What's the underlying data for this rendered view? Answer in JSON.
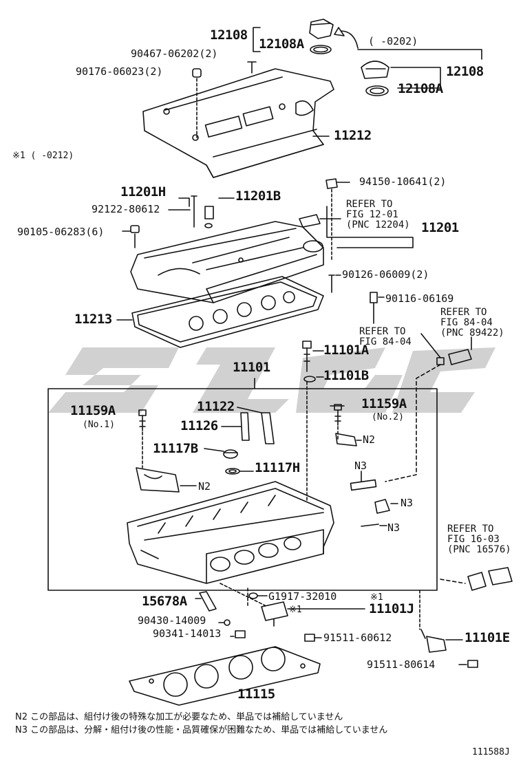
{
  "watermark": "SGC",
  "parts": {
    "p12108_top": "12108",
    "p12108A_top": "12108A",
    "p90467": "90467-06202(2)",
    "p90176": "90176-06023(2)",
    "range_0202": "(      -0202)",
    "p12108_r": "12108",
    "p12108A_r": "12108A",
    "p11212": "11212",
    "note_0212": "※1 (      -0212)",
    "p94150": "94150-10641(2)",
    "p11201H": "11201H",
    "p11201B": "11201B",
    "p92122": "92122-80612",
    "p90105": "90105-06283(6)",
    "p11201": "11201",
    "p90126": "90126-06009(2)",
    "p90116": "90116-06169",
    "p11213": "11213",
    "p11101A": "11101A",
    "p11101B": "11101B",
    "p11101": "11101",
    "p11159A_1": "11159A",
    "no1": "(No.1)",
    "p11122": "11122",
    "p11126": "11126",
    "p11159A_2": "11159A",
    "no2": "(No.2)",
    "p11117B": "11117B",
    "p11117H": "11117H",
    "n2a": "N2",
    "n2b": "N2",
    "n3a": "N3",
    "n3b": "N3",
    "n3c": "N3",
    "p15678A": "15678A",
    "pG1917": "G1917-32010",
    "star1a": "※1",
    "star1b": "※1",
    "p11101J": "11101J",
    "p90430": "90430-14009",
    "p90341": "90341-14013",
    "p91511_60612": "91511-60612",
    "p11101E": "11101E",
    "p91511_80614": "91511-80614",
    "p11115": "11115",
    "fig_id": "111588J"
  },
  "refs": {
    "r12_01": "REFER TO\nFIG 12-01\n(PNC 12204)",
    "r84_04a": "REFER TO\nFIG 84-04\n(PNC 89422)",
    "r84_04b": "REFER TO\nFIG 84-04",
    "r16_03": "REFER TO\nFIG 16-03\n(PNC 16576)"
  },
  "notes": {
    "n2": "N2  この部品は、組付け後の特殊な加工が必要なため、単品では補給していません",
    "n3": "N3  この部品は、分解・組付け後の性能・品質確保が困難なため、単品では補給していません"
  }
}
